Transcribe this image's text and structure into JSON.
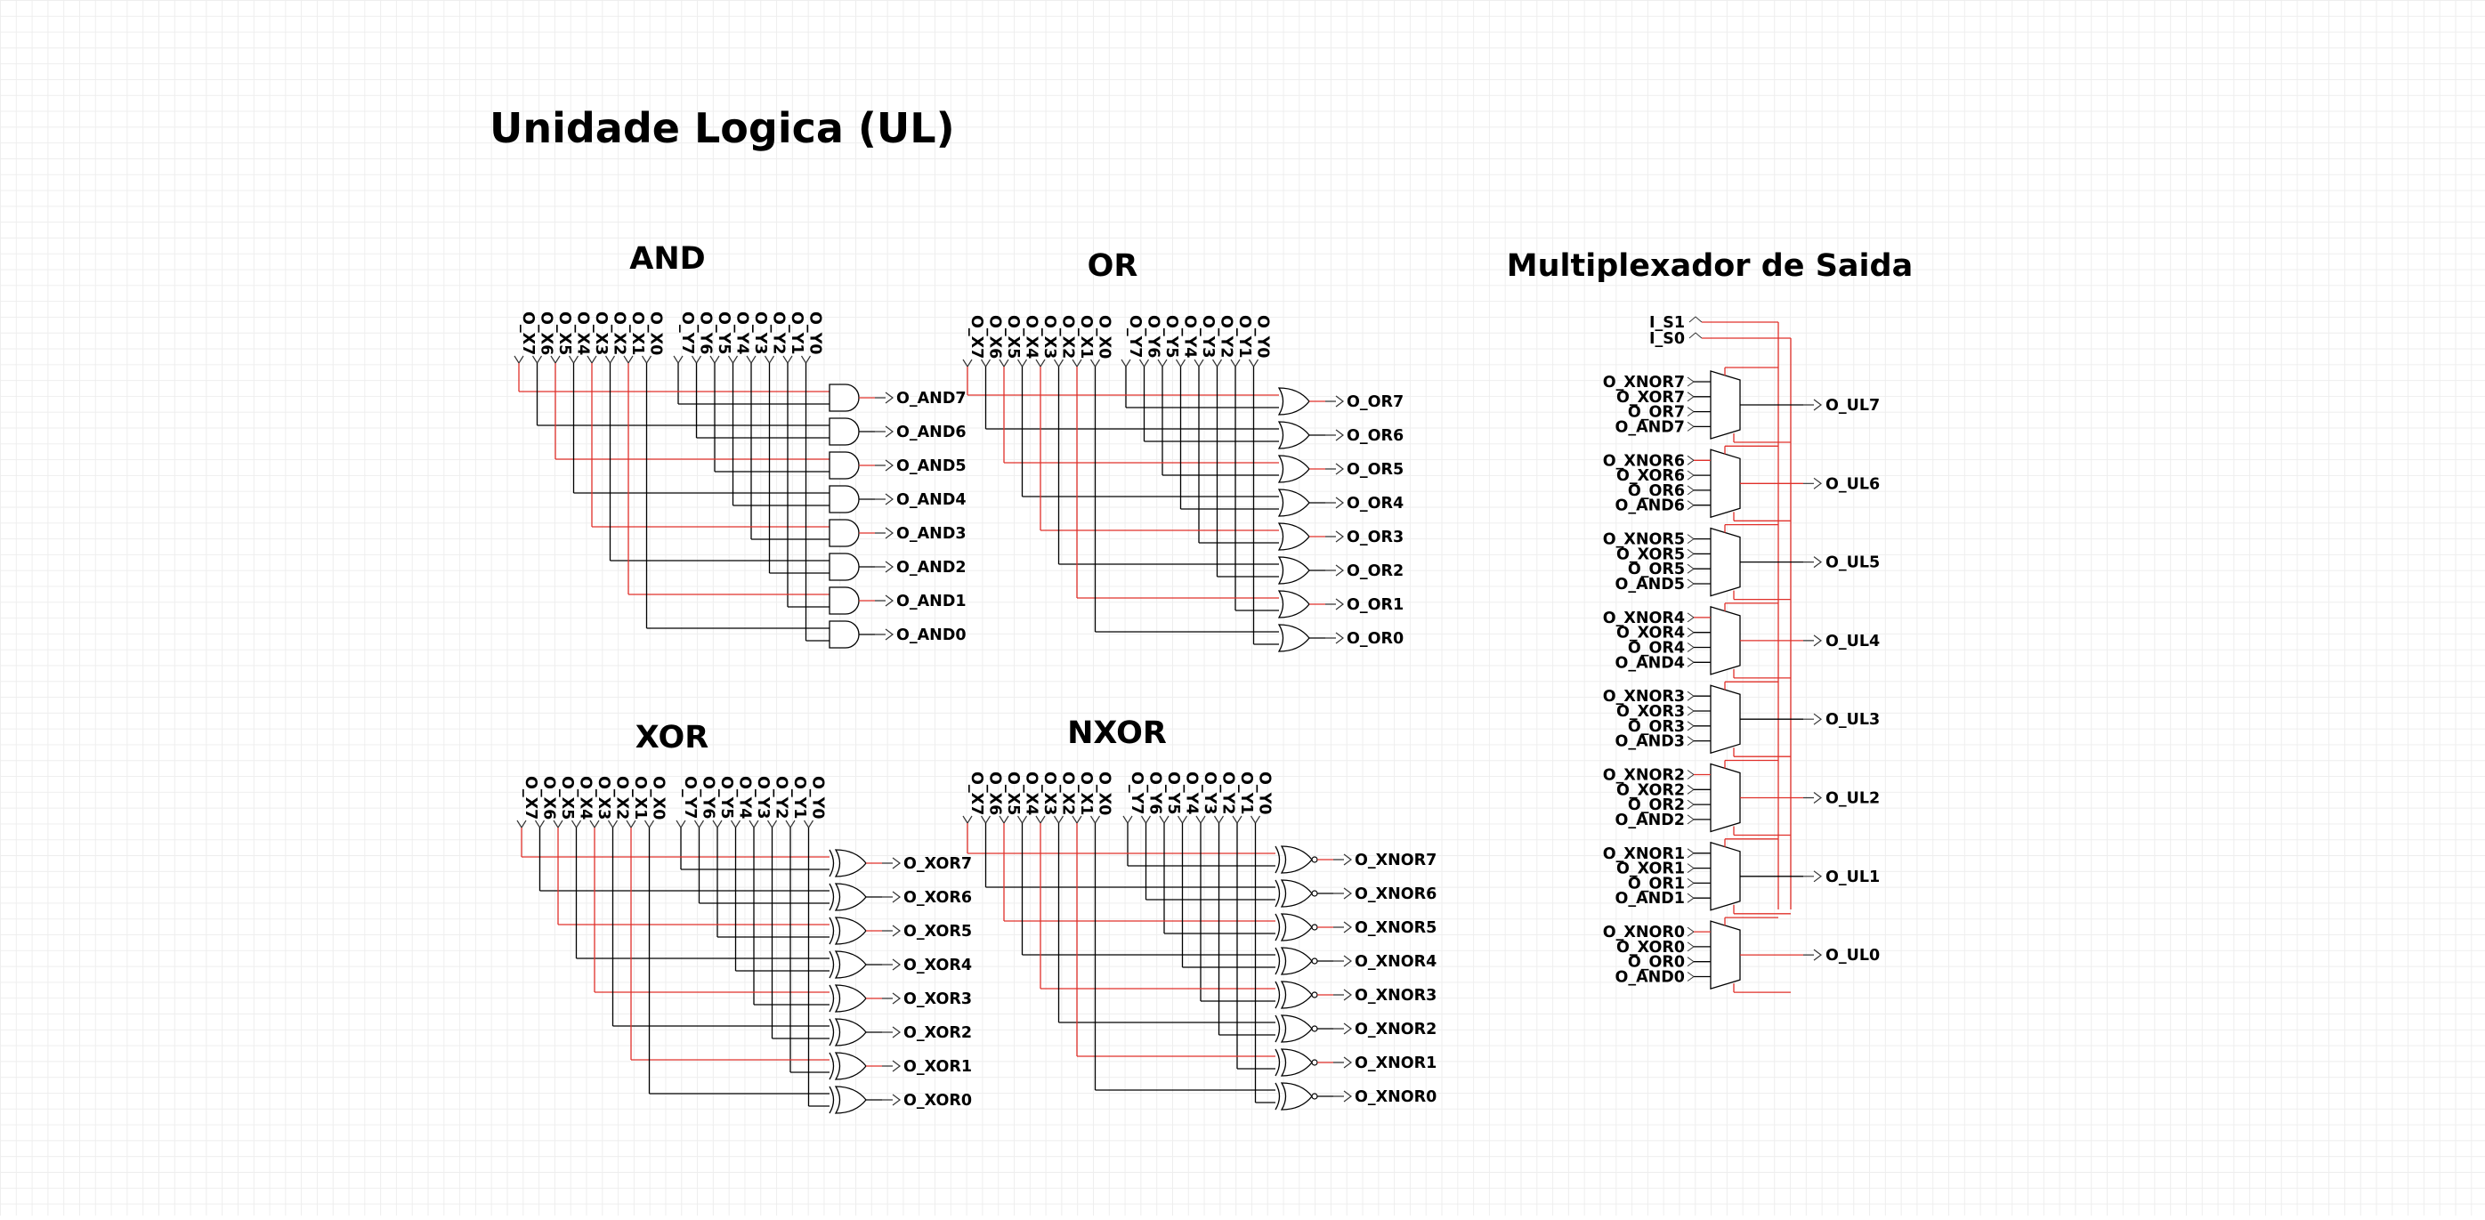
{
  "title": "Unidade Logica (UL)",
  "colors": {
    "active_wire": "#e0302a",
    "wire": "#000000",
    "grid": "#eeeeee"
  },
  "sections": {
    "and": {
      "label": "AND",
      "inputs_x": [
        "O_X7",
        "O_X6",
        "O_X5",
        "O_X4",
        "O_X3",
        "O_X2",
        "O_X1",
        "O_X0"
      ],
      "inputs_y": [
        "O_Y7",
        "O_Y6",
        "O_Y5",
        "O_Y4",
        "O_Y3",
        "O_Y2",
        "O_Y1",
        "O_Y0"
      ],
      "outputs": [
        "O_AND7",
        "O_AND6",
        "O_AND5",
        "O_AND4",
        "O_AND3",
        "O_AND2",
        "O_AND1",
        "O_AND0"
      ]
    },
    "or": {
      "label": "OR",
      "inputs_x": [
        "O_X7",
        "O_X6",
        "O_X5",
        "O_X4",
        "O_X3",
        "O_X2",
        "O_X1",
        "O_X0"
      ],
      "inputs_y": [
        "O_Y7",
        "O_Y6",
        "O_Y5",
        "O_Y4",
        "O_Y3",
        "O_Y2",
        "O_Y1",
        "O_Y0"
      ],
      "outputs": [
        "O_OR7",
        "O_OR6",
        "O_OR5",
        "O_OR4",
        "O_OR3",
        "O_OR2",
        "O_OR1",
        "O_OR0"
      ]
    },
    "xor": {
      "label": "XOR",
      "inputs_x": [
        "O_X7",
        "O_X6",
        "O_X5",
        "O_X4",
        "O_X3",
        "O_X2",
        "O_X1",
        "O_X0"
      ],
      "inputs_y": [
        "O_Y7",
        "O_Y6",
        "O_Y5",
        "O_Y4",
        "O_Y3",
        "O_Y2",
        "O_Y1",
        "O_Y0"
      ],
      "outputs": [
        "O_XOR7",
        "O_XOR6",
        "O_XOR5",
        "O_XOR4",
        "O_XOR3",
        "O_XOR2",
        "O_XOR1",
        "O_XOR0"
      ]
    },
    "nxor": {
      "label": "NXOR",
      "inputs_x": [
        "O_X7",
        "O_X6",
        "O_X5",
        "O_X4",
        "O_X3",
        "O_X2",
        "O_X1",
        "O_X0"
      ],
      "inputs_y": [
        "O_Y7",
        "O_Y6",
        "O_Y5",
        "O_Y4",
        "O_Y3",
        "O_Y2",
        "O_Y1",
        "O_Y0"
      ],
      "outputs": [
        "O_XNOR7",
        "O_XNOR6",
        "O_XNOR5",
        "O_XNOR4",
        "O_XNOR3",
        "O_XNOR2",
        "O_XNOR1",
        "O_XNOR0"
      ]
    },
    "mux": {
      "label": "Multiplexador de Saida",
      "selects": [
        "I_S1",
        "I_S0"
      ],
      "blocks": [
        {
          "inputs": [
            "O_XNOR7",
            "O_XOR7",
            "O_OR7",
            "O_AND7"
          ],
          "output": "O_UL7"
        },
        {
          "inputs": [
            "O_XNOR6",
            "O_XOR6",
            "O_OR6",
            "O_AND6"
          ],
          "output": "O_UL6"
        },
        {
          "inputs": [
            "O_XNOR5",
            "O_XOR5",
            "O_OR5",
            "O_AND5"
          ],
          "output": "O_UL5"
        },
        {
          "inputs": [
            "O_XNOR4",
            "O_XOR4",
            "O_OR4",
            "O_AND4"
          ],
          "output": "O_UL4"
        },
        {
          "inputs": [
            "O_XNOR3",
            "O_XOR3",
            "O_OR3",
            "O_AND3"
          ],
          "output": "O_UL3"
        },
        {
          "inputs": [
            "O_XNOR2",
            "O_XOR2",
            "O_OR2",
            "O_AND2"
          ],
          "output": "O_UL2"
        },
        {
          "inputs": [
            "O_XNOR1",
            "O_XOR1",
            "O_OR1",
            "O_AND1"
          ],
          "output": "O_UL1"
        },
        {
          "inputs": [
            "O_XNOR0",
            "O_XOR0",
            "O_OR0",
            "O_AND0"
          ],
          "output": "O_UL0"
        }
      ]
    }
  }
}
